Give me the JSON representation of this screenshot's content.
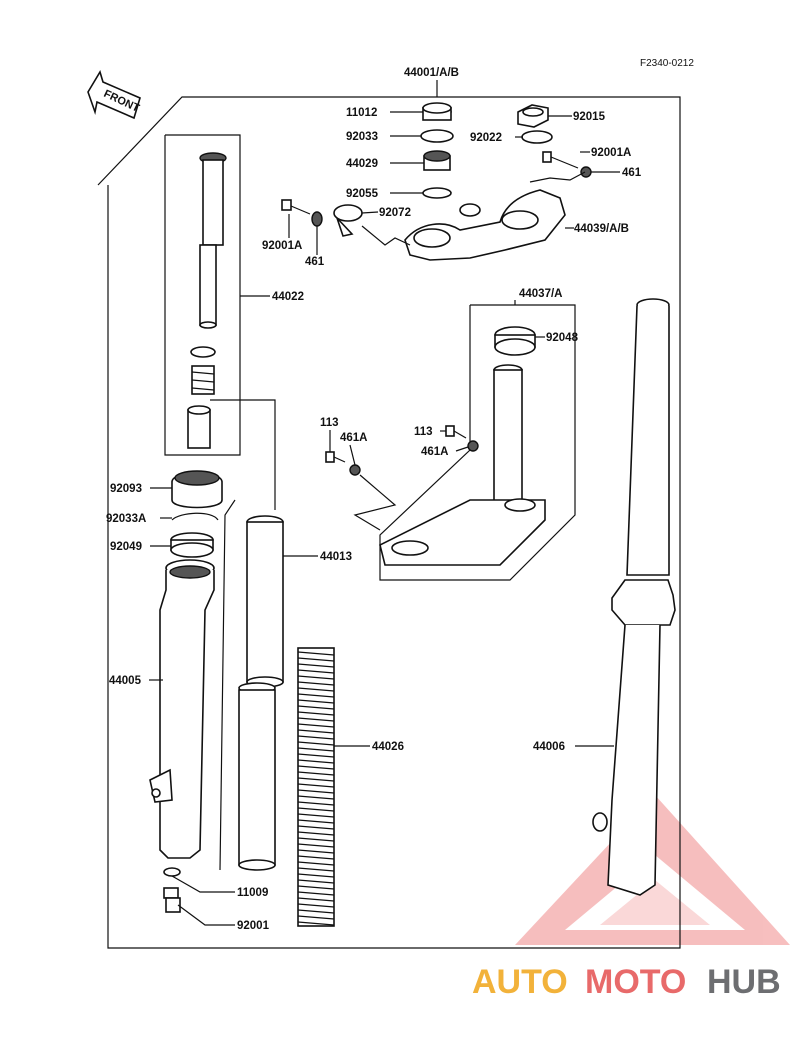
{
  "diagram_code": "F2340-0212",
  "front_label": "FRONT",
  "parts": [
    {
      "id": "p44001",
      "label": "44001/A/B"
    },
    {
      "id": "p11012",
      "label": "11012"
    },
    {
      "id": "p92033",
      "label": "92033"
    },
    {
      "id": "p44029",
      "label": "44029"
    },
    {
      "id": "p92055",
      "label": "92055"
    },
    {
      "id": "p92072",
      "label": "92072"
    },
    {
      "id": "p92001A_l",
      "label": "92001A"
    },
    {
      "id": "p461_l",
      "label": "461"
    },
    {
      "id": "p92015",
      "label": "92015"
    },
    {
      "id": "p92022",
      "label": "92022"
    },
    {
      "id": "p92001A_r",
      "label": "92001A"
    },
    {
      "id": "p461_r",
      "label": "461"
    },
    {
      "id": "p44039",
      "label": "44039/A/B"
    },
    {
      "id": "p44022",
      "label": "44022"
    },
    {
      "id": "p44037",
      "label": "44037/A"
    },
    {
      "id": "p92048",
      "label": "92048"
    },
    {
      "id": "p113_a",
      "label": "113"
    },
    {
      "id": "p461A_a",
      "label": "461A"
    },
    {
      "id": "p113_b",
      "label": "113"
    },
    {
      "id": "p461A_b",
      "label": "461A"
    },
    {
      "id": "p92093",
      "label": "92093"
    },
    {
      "id": "p92033A",
      "label": "92033A"
    },
    {
      "id": "p92049",
      "label": "92049"
    },
    {
      "id": "p44013",
      "label": "44013"
    },
    {
      "id": "p44005",
      "label": "44005"
    },
    {
      "id": "p44026",
      "label": "44026"
    },
    {
      "id": "p44006",
      "label": "44006"
    },
    {
      "id": "p11009",
      "label": "11009"
    },
    {
      "id": "p92001",
      "label": "92001"
    }
  ],
  "watermark": {
    "part1": "AUTO",
    "part2": "MOTO",
    "part3": "HUB",
    "color1": "#f2b23a",
    "color2": "#e86a6a",
    "color3": "#6d6e71"
  }
}
